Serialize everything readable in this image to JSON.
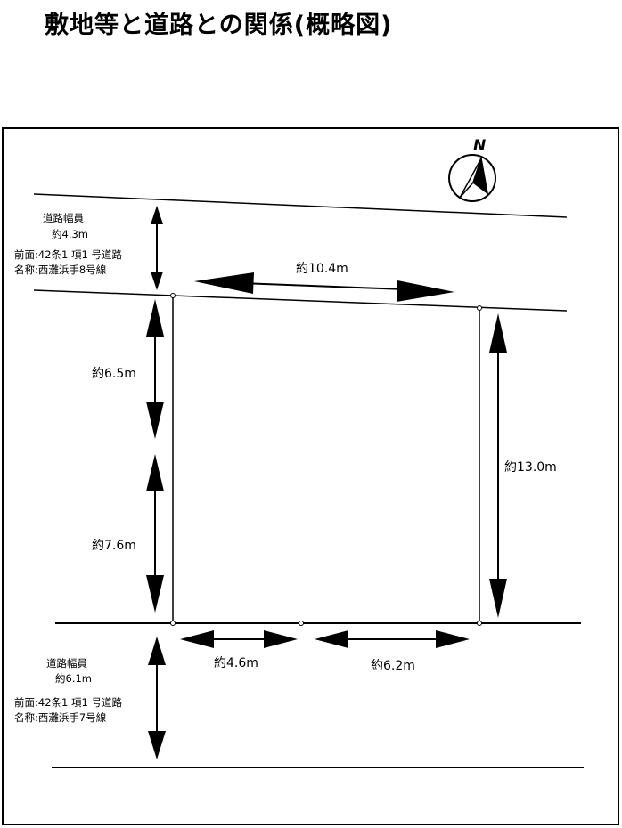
{
  "title": "敷地等と道路との関係(概略図)",
  "compass": {
    "label": "N"
  },
  "north_road": {
    "width_label": "道路幅員",
    "width_value": "約4.3m",
    "type": "前面:42条1 項1 号道路",
    "name": "名称:西灘浜手8号線"
  },
  "south_road": {
    "width_label": "道路幅員",
    "width_value": "約6.1m",
    "type": "前面:42条1 項1 号道路",
    "name": "名称:西灘浜手7号線"
  },
  "dimensions": {
    "top": "約10.4m",
    "left_upper": "約6.5m",
    "left_lower": "約7.6m",
    "right": "約13.0m",
    "bottom_left": "約4.6m",
    "bottom_right": "約6.2m"
  }
}
